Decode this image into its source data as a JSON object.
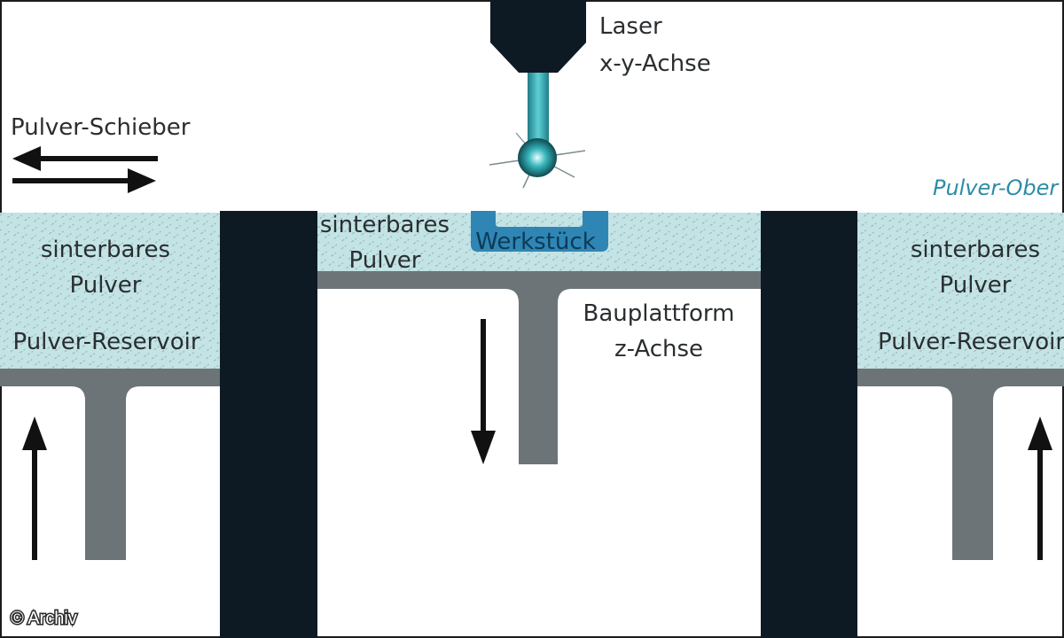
{
  "labels": {
    "laser": "Laser",
    "laser_axis": "x-y-Achse",
    "pusher": "Pulver-Schieber",
    "surface": "Pulver-Ober",
    "left_powder_1": "sinterbares",
    "left_powder_2": "Pulver",
    "left_reservoir": "Pulver-Reservoir",
    "center_powder_1": "sinterbares",
    "center_powder_2": "Pulver",
    "workpiece": "Werkstück",
    "platform": "Bauplattform",
    "platform_axis": "z-Achse",
    "right_powder_1": "sinterbares",
    "right_powder_2": "Pulver",
    "right_reservoir": "Pulver-Reservoir",
    "credit": "© Archiv"
  },
  "colors": {
    "dark_wall": "#0e1a23",
    "platform_gray": "#6c7478",
    "powder_fill": "#c3e3e5",
    "laser_beam": "#2aa0a8",
    "workpiece": "#2f86b4",
    "text": "#2a2e30",
    "accent_text": "#2d8ca8"
  }
}
